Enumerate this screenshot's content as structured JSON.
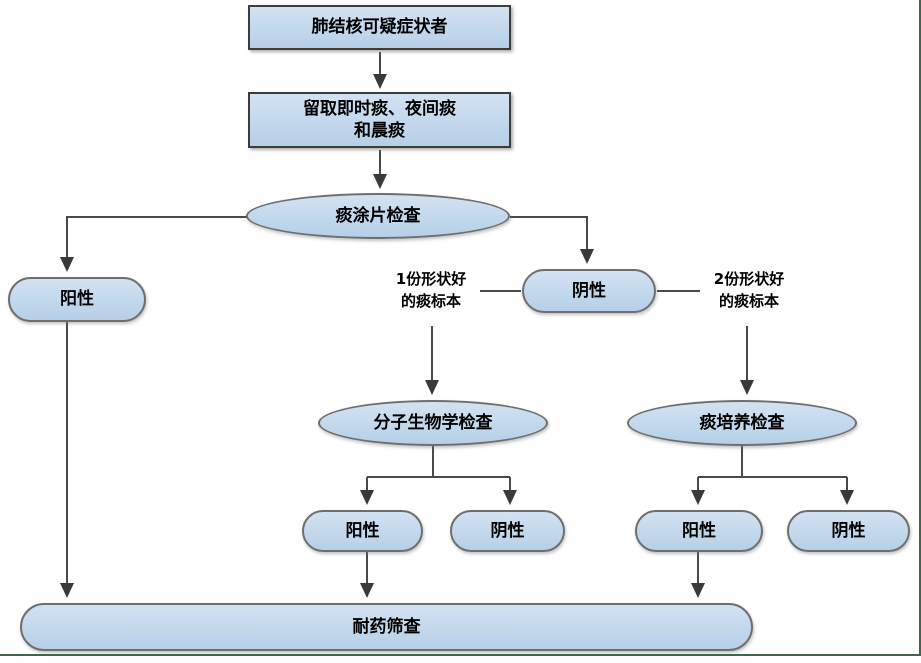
{
  "diagram": {
    "title_hint": "肺结核痰检流程图",
    "nodes": {
      "suspect": "肺结核可疑症状者",
      "collect_line1": "留取即时痰、夜间痰",
      "collect_line2": "和晨痰",
      "smear_test": "痰涂片检查",
      "smear_positive": "阳性",
      "smear_negative": "阴性",
      "one_sample_line1": "1份形状好",
      "one_sample_line2": "的痰标本",
      "two_sample_line1": "2份形状好",
      "two_sample_line2": "的痰标本",
      "molecular_test": "分子生物学检查",
      "molecular_positive": "阳性",
      "molecular_negative": "阴性",
      "culture_test": "痰培养检查",
      "culture_positive": "阳性",
      "culture_negative": "阴性",
      "drug_screen": "耐药筛查"
    },
    "colors": {
      "node_fill_top": "#d3e2f2",
      "node_fill_bottom": "#b6cfe7",
      "node_border": "#6e6e6e",
      "box_border": "#3c3c3c",
      "line": "#4a4a4a",
      "frame_green": "#3f6648"
    }
  }
}
